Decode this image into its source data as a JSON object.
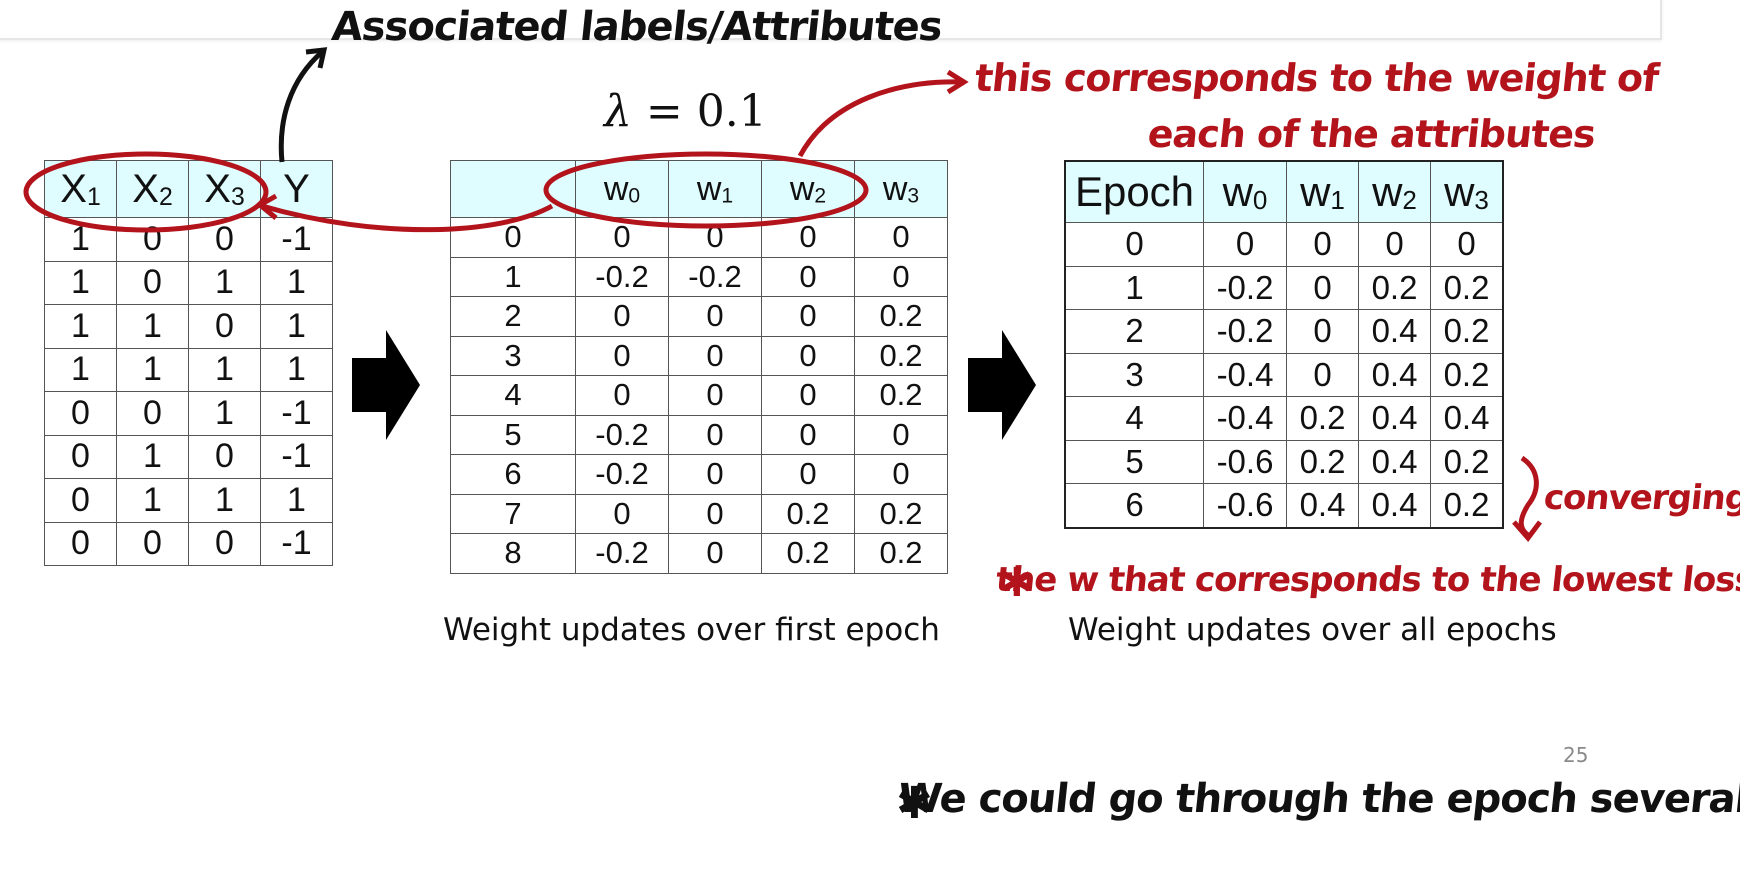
{
  "lambda": {
    "symbol": "λ",
    "expr": " = 0.1"
  },
  "training_table": {
    "headers": [
      [
        "X",
        "1"
      ],
      [
        "X",
        "2"
      ],
      [
        "X",
        "3"
      ],
      [
        "Y",
        ""
      ]
    ],
    "rows": [
      [
        "1",
        "0",
        "0",
        "-1"
      ],
      [
        "1",
        "0",
        "1",
        "1"
      ],
      [
        "1",
        "1",
        "0",
        "1"
      ],
      [
        "1",
        "1",
        "1",
        "1"
      ],
      [
        "0",
        "0",
        "1",
        "-1"
      ],
      [
        "0",
        "1",
        "0",
        "-1"
      ],
      [
        "0",
        "1",
        "1",
        "1"
      ],
      [
        "0",
        "0",
        "0",
        "-1"
      ]
    ]
  },
  "first_epoch_table": {
    "headers": [
      [
        "",
        ""
      ],
      [
        "w",
        "0"
      ],
      [
        "w",
        "1"
      ],
      [
        "w",
        "2"
      ],
      [
        "w",
        "3"
      ]
    ],
    "rows": [
      [
        "0",
        "0",
        "0",
        "0",
        "0"
      ],
      [
        "1",
        "-0.2",
        "-0.2",
        "0",
        "0"
      ],
      [
        "2",
        "0",
        "0",
        "0",
        "0.2"
      ],
      [
        "3",
        "0",
        "0",
        "0",
        "0.2"
      ],
      [
        "4",
        "0",
        "0",
        "0",
        "0.2"
      ],
      [
        "5",
        "-0.2",
        "0",
        "0",
        "0"
      ],
      [
        "6",
        "-0.2",
        "0",
        "0",
        "0"
      ],
      [
        "7",
        "0",
        "0",
        "0.2",
        "0.2"
      ],
      [
        "8",
        "-0.2",
        "0",
        "0.2",
        "0.2"
      ]
    ]
  },
  "all_epochs_table": {
    "headers": [
      [
        "Epoch",
        ""
      ],
      [
        "w",
        "0"
      ],
      [
        "w",
        "1"
      ],
      [
        "w",
        "2"
      ],
      [
        "w",
        "3"
      ]
    ],
    "rows": [
      [
        "0",
        "0",
        "0",
        "0",
        "0"
      ],
      [
        "1",
        "-0.2",
        "0",
        "0.2",
        "0.2"
      ],
      [
        "2",
        "-0.2",
        "0",
        "0.4",
        "0.2"
      ],
      [
        "3",
        "-0.4",
        "0",
        "0.4",
        "0.2"
      ],
      [
        "4",
        "-0.4",
        "0.2",
        "0.4",
        "0.4"
      ],
      [
        "5",
        "-0.6",
        "0.2",
        "0.4",
        "0.2"
      ],
      [
        "6",
        "-0.6",
        "0.4",
        "0.4",
        "0.2"
      ]
    ]
  },
  "captions": {
    "first_epoch": "Weight updates over first epoch",
    "all_epochs": "Weight updates over all epochs"
  },
  "page_number": "25",
  "annotations": {
    "labels": "Associated labels/Attributes",
    "weight_line1": "this corresponds to the weight of",
    "weight_line2": "each of the attributes",
    "converging": "converging",
    "lowest": "the w that corresponds to the lowest loss functions",
    "epoch_note": "We could go through the epoch several times"
  },
  "colors": {
    "header_bg": "#dffcff",
    "ink_red": "#b3141c",
    "ink_black": "#111111"
  },
  "icons": [
    "arrow-right-icon",
    "arrow-right-icon",
    "star-icon",
    "star-icon"
  ]
}
